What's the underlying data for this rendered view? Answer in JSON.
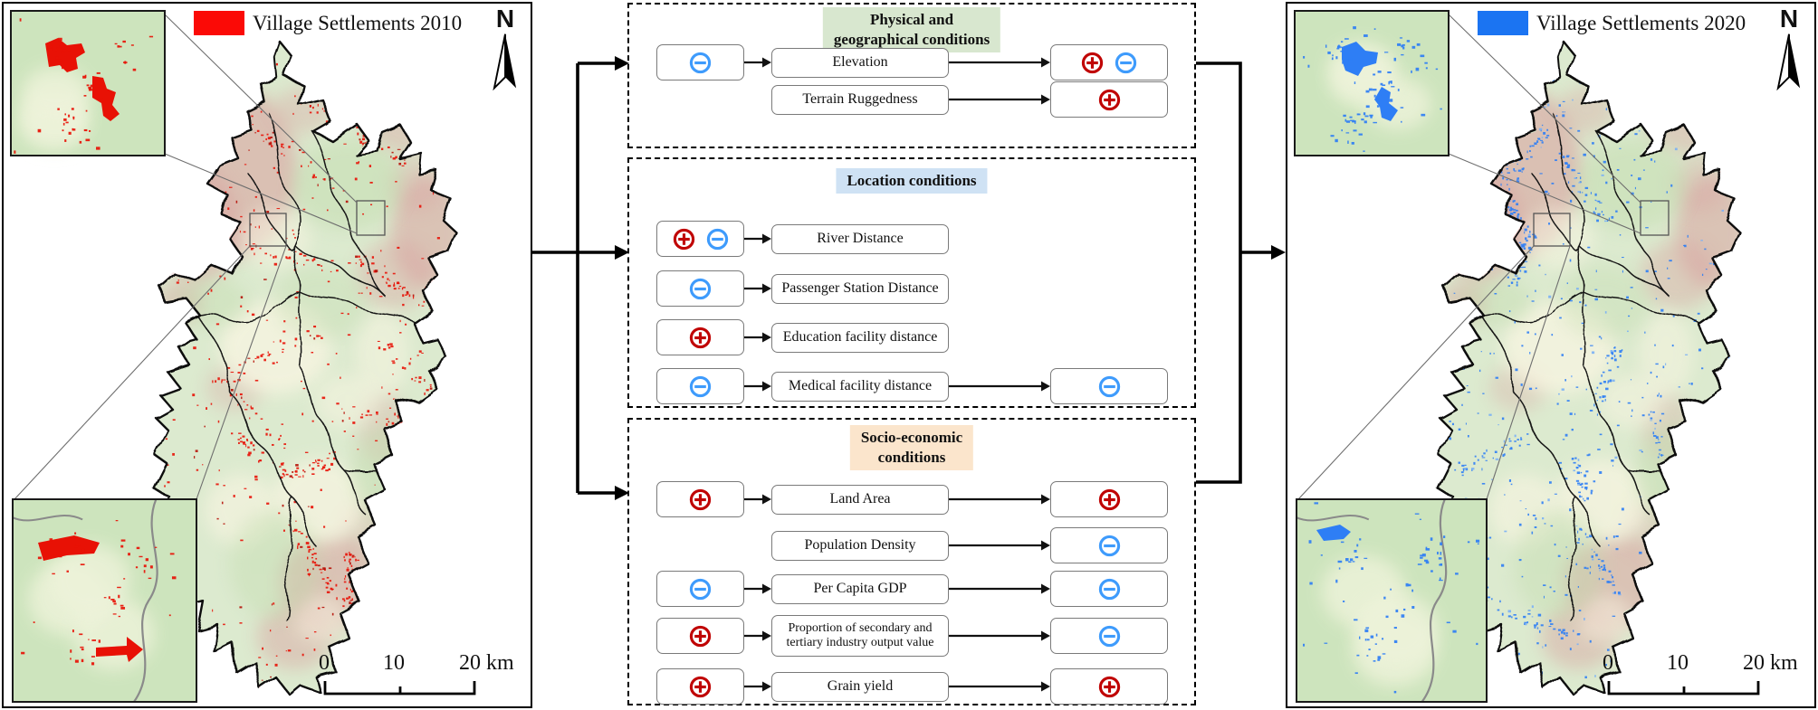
{
  "figure": {
    "left_map": {
      "legend_label": "Village Settlements 2010",
      "legend_color": "#FB0A06",
      "settlement_color": "#E81105",
      "north_label": "N",
      "scale_ticks": [
        "0",
        "10",
        "20 km"
      ]
    },
    "right_map": {
      "legend_label": "Village Settlements 2020",
      "legend_color": "#1B74F2",
      "settlement_color": "#2E7EF5",
      "north_label": "N",
      "scale_ticks": [
        "0",
        "10",
        "20 km"
      ]
    },
    "panels": [
      {
        "title": "Physical and\ngeographical conditions",
        "header_bg": "#d8e7cf",
        "rows": [
          {
            "label": "Elevation",
            "left": [
              "minus"
            ],
            "right": [
              "plus",
              "minus"
            ]
          },
          {
            "label": "Terrain Ruggedness",
            "left": [],
            "right": [
              "plus"
            ]
          }
        ]
      },
      {
        "title": "Location conditions",
        "header_bg": "#cfe2f4",
        "rows": [
          {
            "label": "River Distance",
            "left": [
              "plus",
              "minus"
            ],
            "right": []
          },
          {
            "label": "Passenger Station Distance",
            "left": [
              "minus"
            ],
            "right": []
          },
          {
            "label": "Education facility distance",
            "left": [
              "plus"
            ],
            "right": []
          },
          {
            "label": "Medical facility distance",
            "left": [
              "minus"
            ],
            "right": [
              "minus"
            ]
          }
        ]
      },
      {
        "title": "Socio-economic\nconditions",
        "header_bg": "#fbe5cc",
        "rows": [
          {
            "label": "Land Area",
            "left": [
              "plus"
            ],
            "right": [
              "plus"
            ]
          },
          {
            "label": "Population Density",
            "left": [],
            "right": [
              "minus"
            ]
          },
          {
            "label": "Per Capita GDP",
            "left": [
              "minus"
            ],
            "right": [
              "minus"
            ]
          },
          {
            "label": "Proportion of secondary and tertiary industry output value",
            "left": [
              "plus"
            ],
            "right": [
              "minus"
            ]
          },
          {
            "label": "Grain yield",
            "left": [
              "plus"
            ],
            "right": [
              "plus"
            ]
          }
        ]
      }
    ],
    "symbols": {
      "plus_meaning": "positive effect",
      "minus_meaning": "negative effect",
      "plus_color": "#C00404",
      "minus_color": "#3E9BFC"
    }
  }
}
